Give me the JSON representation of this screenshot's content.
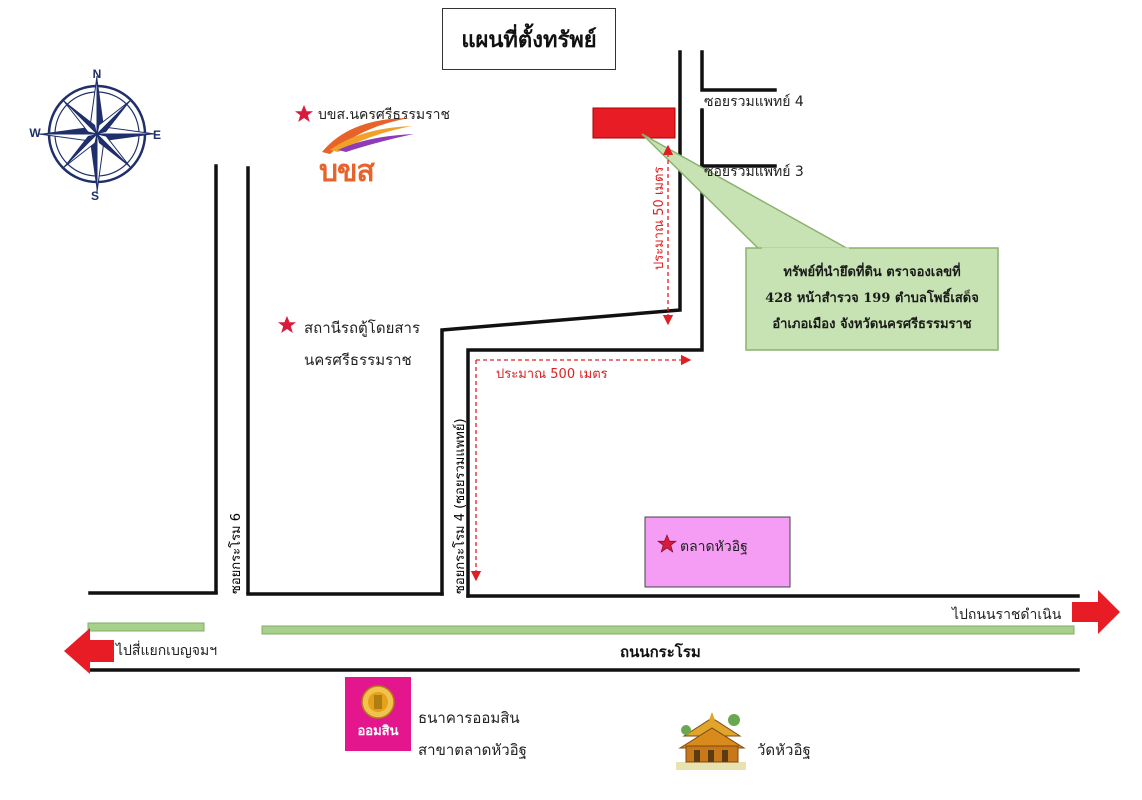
{
  "title": "แผนที่ตั้งทรัพย์",
  "compass": {
    "north": "N",
    "south": "S",
    "east": "E",
    "west": "W"
  },
  "landmarks": {
    "bks_station": "บขส.นครศรีธรรมราช",
    "bks_logo_text": "บขส",
    "bus_station_line1": "สถานีรถตู้โดยสาร",
    "bus_station_line2": "นครศรีธรรมราช",
    "market": "ตลาดหัวอิฐ",
    "bank_line1": "ธนาคารออมสิน",
    "bank_line2": "สาขาตลาดหัวอิฐ",
    "bank_logo_text": "ออมสิน",
    "temple": "วัดหัวอิฐ"
  },
  "roads": {
    "soi_ruamphaet_4": "ซอยรวมแพทย์ 4",
    "soi_ruamphaet_3": "ซอยรวมแพทย์ 3",
    "soi_krarom_6": "ซอยกระโรม 6",
    "soi_krarom_4": "ซอยกระโรม 4 (ซอยรวมแพทย์)",
    "main_road": "ถนนกระโรม",
    "to_ratchadamnoen": "ไปถนนราชดำเนิน",
    "to_benchama": "ไปสี่แยกเบญจมฯ"
  },
  "distances": {
    "approx_50m": "ประมาณ 50 เมตร",
    "approx_500m": "ประมาณ 500 เมตร"
  },
  "callout": {
    "line1": "ทรัพย์ที่นำยึดที่ดิน  ตราจองเลขที่",
    "line2": "428  หน้าสำรวจ 199 ตำบลโพธิ์เสด็จ",
    "line3": "อำเภอเมือง  จังหวัดนครศรีธรรมราช"
  },
  "colors": {
    "property": "#e81c24",
    "callout_fill": "#c7e3b4",
    "callout_stroke": "#8ab26e",
    "median": "#a8d08d",
    "distance": "#e02020",
    "compass": "#1f2f6b",
    "market_fill": "#f59cf5",
    "star": "#d81b3c",
    "bank_logo": "#e4168e",
    "bks_logo": "#e8632a"
  }
}
